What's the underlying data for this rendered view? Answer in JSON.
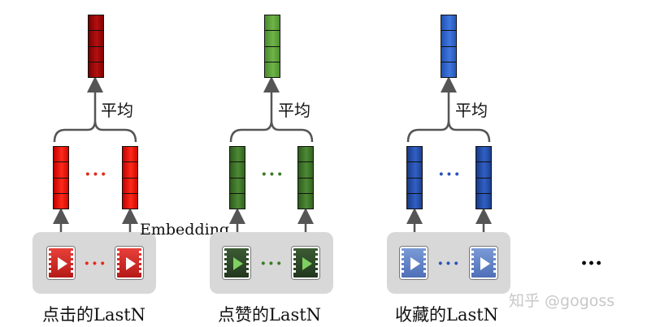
{
  "groups": [
    {
      "caption": "点击的LastN",
      "avg_label": "平均",
      "dots": "···",
      "color": "#e82a1a"
    },
    {
      "caption": "点赞的LastN",
      "avg_label": "平均",
      "dots": "···",
      "color": "#3c7a28"
    },
    {
      "caption": "收藏的LastN",
      "avg_label": "平均",
      "dots": "···",
      "color": "#2a55b8"
    }
  ],
  "embedding_label": "Embedding",
  "trailing_ellipsis": "···",
  "watermark": "知乎 @gogoss",
  "colors": {
    "red": "#e82a1a",
    "green": "#3c7a28",
    "blue": "#2a55b8",
    "tray": "#d8d8d8"
  }
}
